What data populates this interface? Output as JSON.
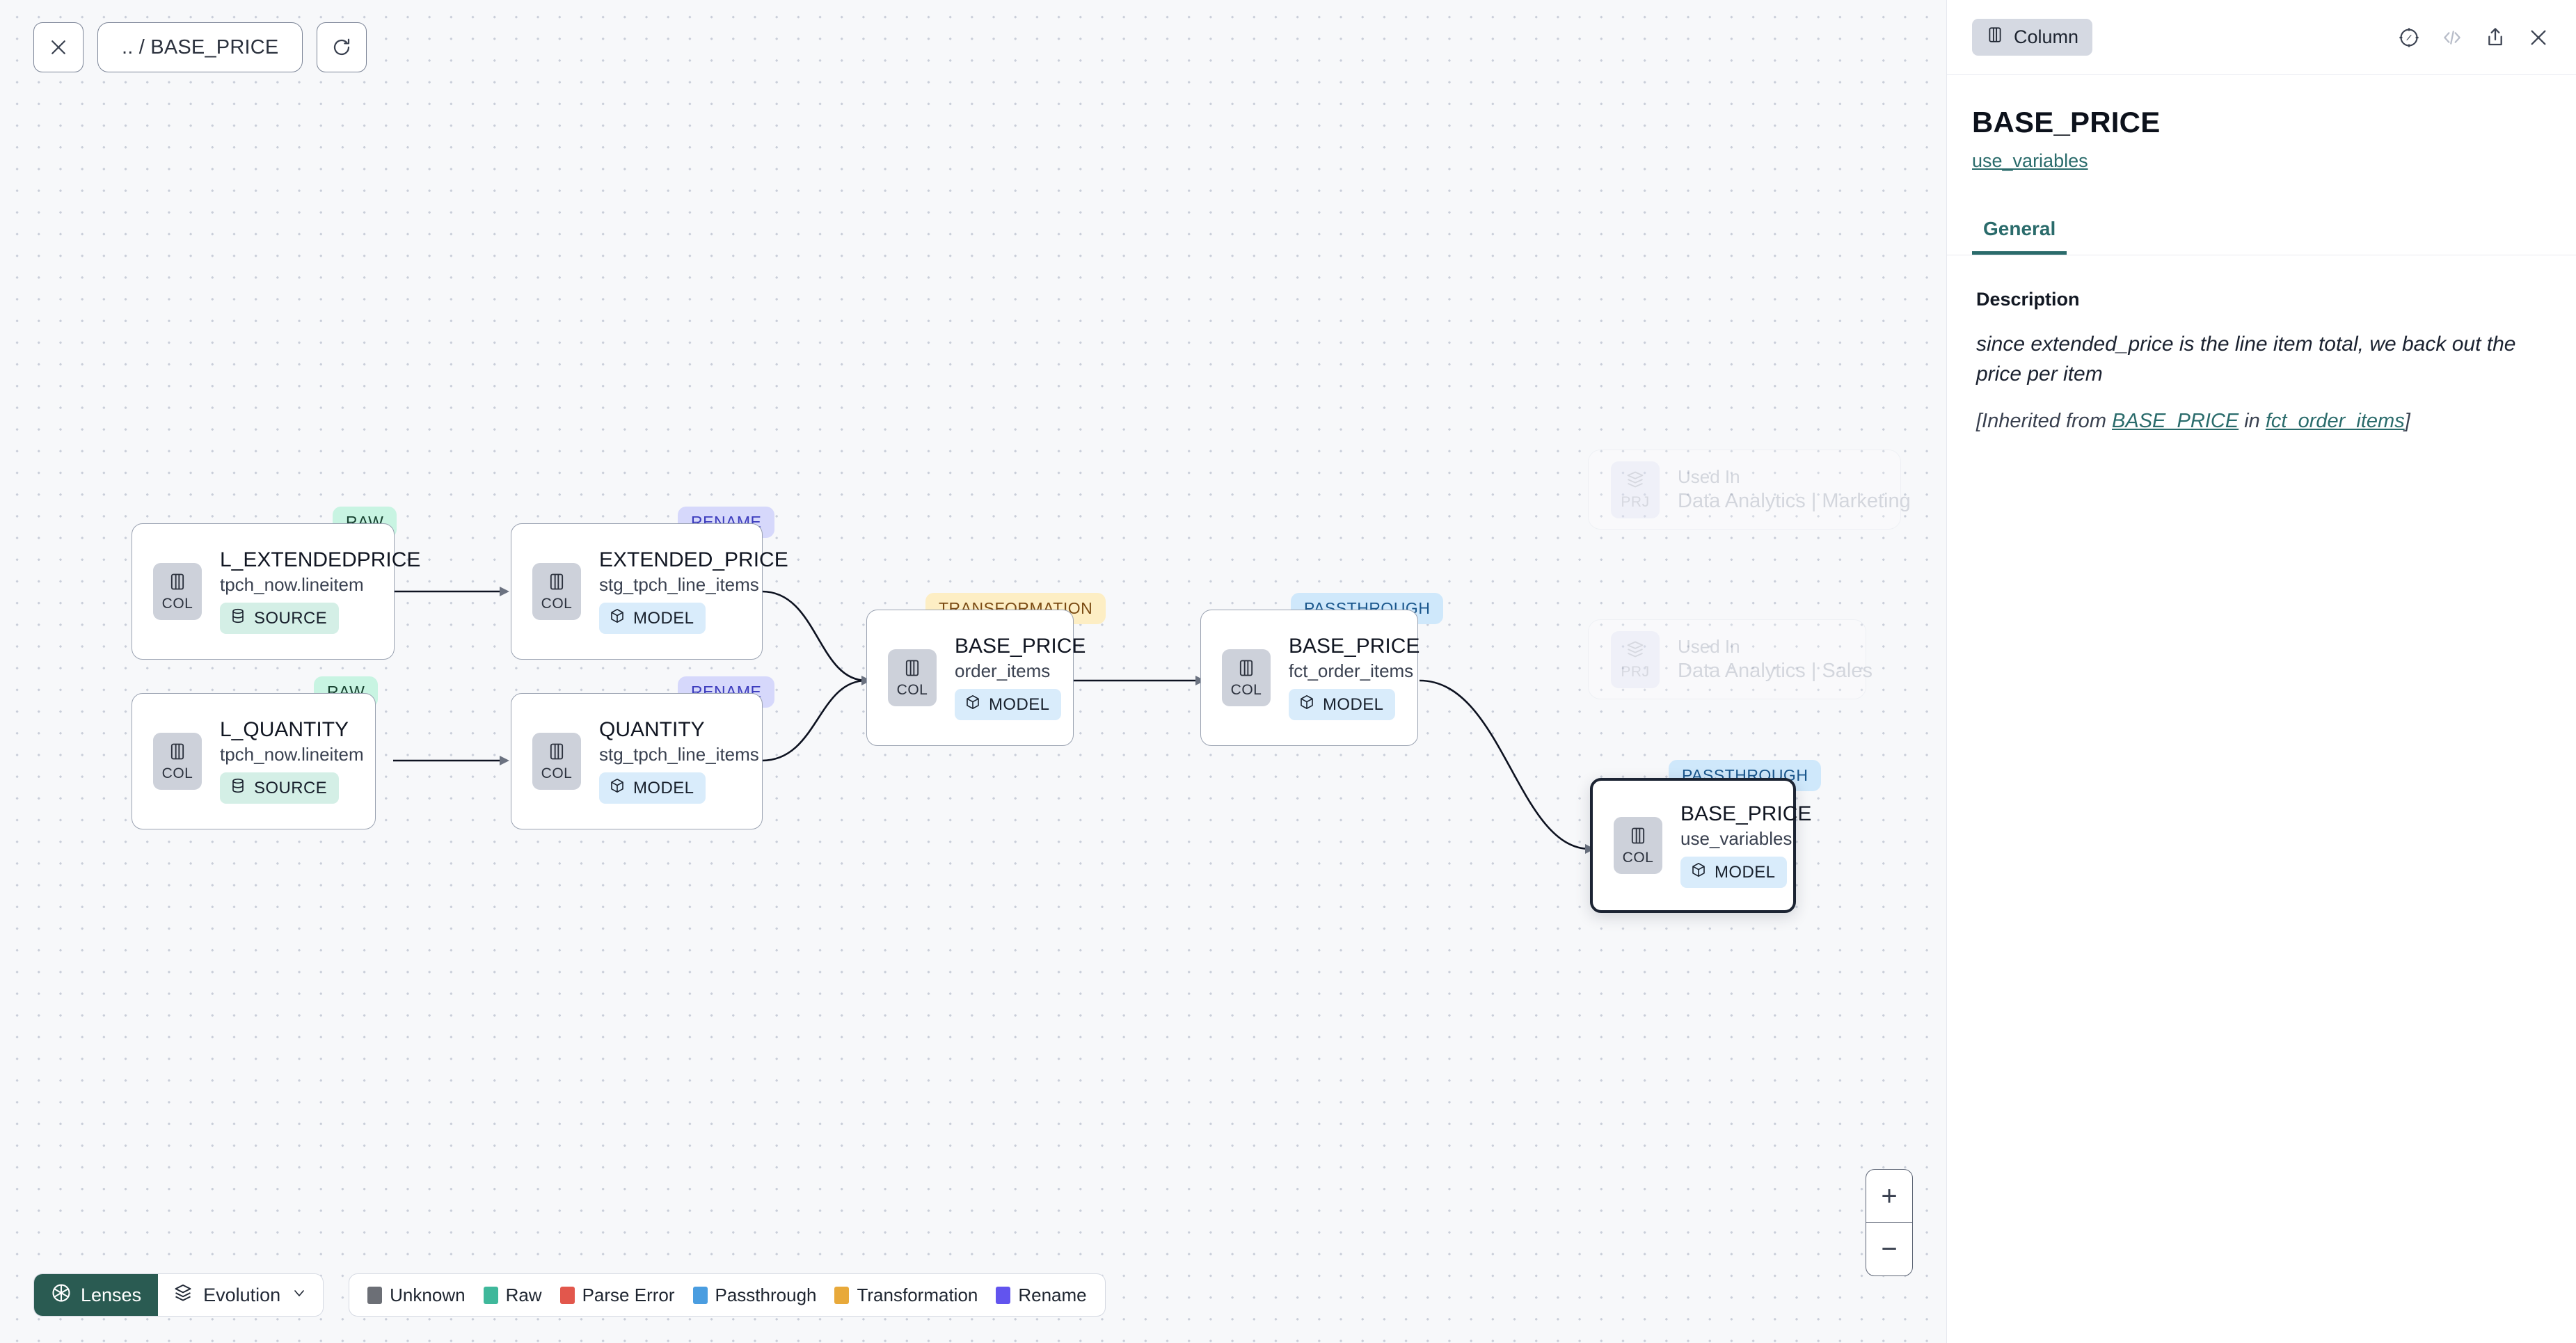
{
  "toolbar": {
    "close_icon": "close-icon",
    "breadcrumb": ".. / BASE_PRICE",
    "refresh_icon": "refresh-icon"
  },
  "graph": {
    "nodes": [
      {
        "title": "L_EXTENDEDPRICE",
        "subtitle": "tpch_now.lineitem",
        "kind": "SOURCE",
        "chip": "COL",
        "badge": "RAW"
      },
      {
        "title": "L_QUANTITY",
        "subtitle": "tpch_now.lineitem",
        "kind": "SOURCE",
        "chip": "COL",
        "badge": "RAW"
      },
      {
        "title": "EXTENDED_PRICE",
        "subtitle": "stg_tpch_line_items",
        "kind": "MODEL",
        "chip": "COL",
        "badge": "RENAME"
      },
      {
        "title": "QUANTITY",
        "subtitle": "stg_tpch_line_items",
        "kind": "MODEL",
        "chip": "COL",
        "badge": "RENAME"
      },
      {
        "title": "BASE_PRICE",
        "subtitle": "order_items",
        "kind": "MODEL",
        "chip": "COL",
        "badge": "TRANSFORMATION"
      },
      {
        "title": "BASE_PRICE",
        "subtitle": "fct_order_items",
        "kind": "MODEL",
        "chip": "COL",
        "badge": "PASSTHROUGH"
      },
      {
        "title": "BASE_PRICE",
        "subtitle": "use_variables",
        "kind": "MODEL",
        "chip": "COL",
        "badge": "PASSTHROUGH"
      }
    ],
    "ghost_cards": [
      {
        "chip": "PRJ",
        "top": "Used In",
        "name": "Data Analytics | Marketing"
      },
      {
        "chip": "PRJ",
        "top": "Used In",
        "name": "Data Analytics | Sales"
      }
    ]
  },
  "bottom": {
    "lenses_label": "Lenses",
    "lenses_icon": "aperture-icon",
    "evolution_label": "Evolution",
    "evolution_icon": "layers-icon",
    "chevron_icon": "chevron-down-icon",
    "legend": [
      {
        "label": "Unknown",
        "color": "#6c6f76"
      },
      {
        "label": "Raw",
        "color": "#3fb89b"
      },
      {
        "label": "Parse Error",
        "color": "#e25murky"
      },
      {
        "label": "Passthrough",
        "color": "#4a9de0"
      },
      {
        "label": "Transformation",
        "color": "#e8a93a"
      },
      {
        "label": "Rename",
        "color": "#6254ee"
      }
    ],
    "legend_parse_error_color": "#e2574c",
    "zoom_in": "+",
    "zoom_out": "−"
  },
  "panel": {
    "type_chip": "Column",
    "type_icon": "column-icon",
    "icons": {
      "compass": "compass-icon",
      "code": "code-icon",
      "share": "share-icon",
      "close": "close-icon"
    },
    "title": "BASE_PRICE",
    "source_link": "use_variables",
    "tabs": [
      {
        "label": "General",
        "active": true
      }
    ],
    "description_label": "Description",
    "description_text": "since extended_price is the line item total, we back out the price per item",
    "inherited_prefix": "[Inherited from ",
    "inherited_column": "BASE_PRICE",
    "inherited_middle": " in ",
    "inherited_model": "fct_order_items",
    "inherited_suffix": "]"
  }
}
